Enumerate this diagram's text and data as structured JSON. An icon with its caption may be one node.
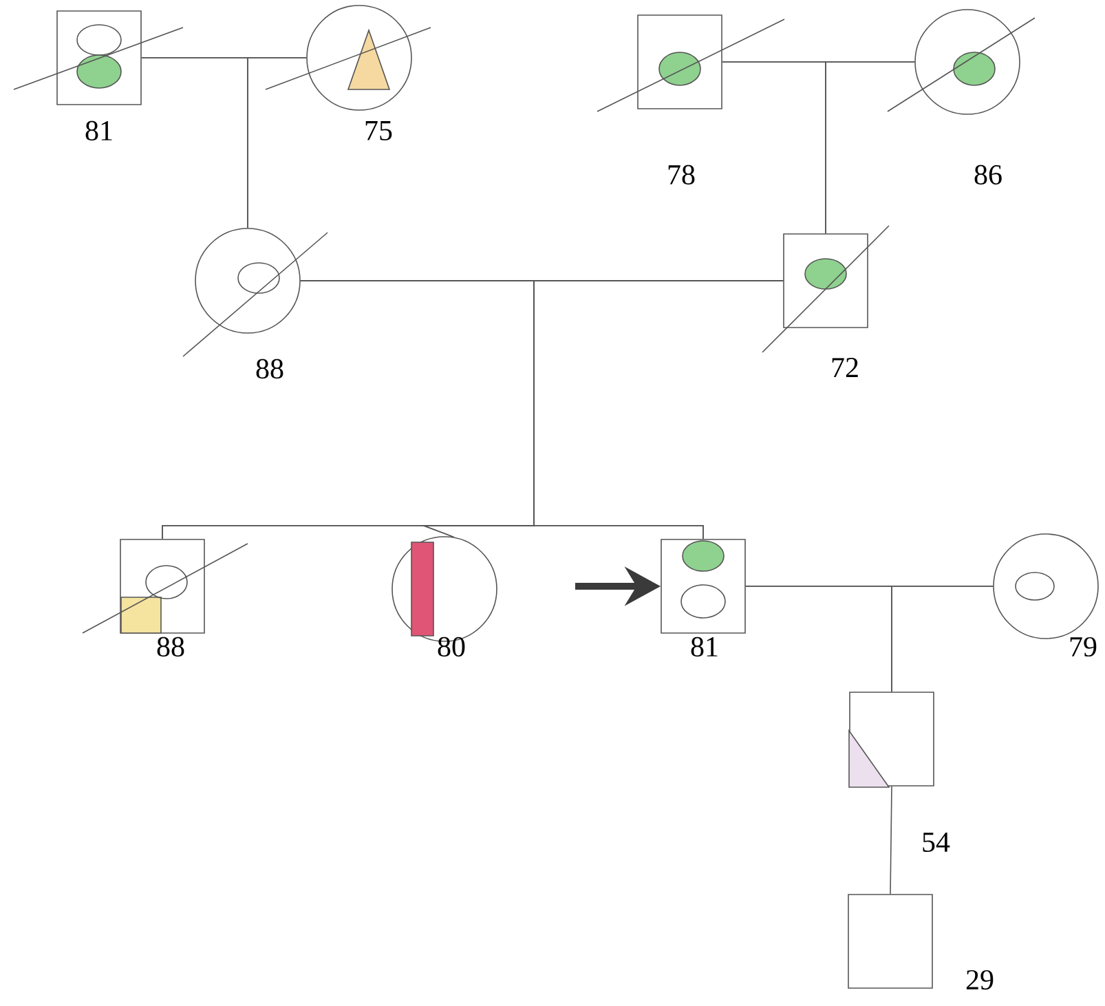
{
  "diagram": {
    "nodes": [
      {
        "text": [],
        "shape": "box",
        "beside": [
          "81"
        ]
      },
      {
        "text": [],
        "shape": "circle",
        "beside": [
          "75"
        ]
      },
      {
        "text": [],
        "shape": "box",
        "beside": [
          "78"
        ]
      },
      {
        "text": [],
        "shape": "circle",
        "beside": [
          "86"
        ]
      },
      {
        "text": [],
        "shape": "circle",
        "beside": [
          "88"
        ]
      },
      {
        "text": [],
        "shape": "box",
        "beside": [
          "72"
        ]
      },
      {
        "text": [],
        "shape": "box",
        "beside": [
          "88"
        ]
      },
      {
        "text": [],
        "shape": "circle",
        "beside": [
          "80"
        ]
      },
      {
        "text": [],
        "shape": "box",
        "beside": [
          "81"
        ]
      },
      {
        "text": [],
        "shape": "circle",
        "beside": [
          "79"
        ]
      },
      {
        "text": [],
        "shape": "box",
        "beside": [
          "54"
        ]
      },
      {
        "text": [],
        "shape": "box",
        "beside": [
          "29"
        ]
      }
    ],
    "edges": [
      {
        "from": 0,
        "to": 1,
        "arrow": "none"
      },
      {
        "from": 0,
        "to": 4,
        "arrow": "none"
      },
      {
        "from": 1,
        "to": 4,
        "arrow": "none"
      },
      {
        "from": 2,
        "to": 3,
        "arrow": "none"
      },
      {
        "from": 2,
        "to": 5,
        "arrow": "none"
      },
      {
        "from": 3,
        "to": 5,
        "arrow": "none"
      },
      {
        "from": 4,
        "to": 5,
        "arrow": "none"
      },
      {
        "from": 4,
        "to": 6,
        "arrow": "none"
      },
      {
        "from": 4,
        "to": 7,
        "arrow": "none"
      },
      {
        "from": 4,
        "to": 8,
        "arrow": "none"
      },
      {
        "from": 5,
        "to": 6,
        "arrow": "none"
      },
      {
        "from": 5,
        "to": 7,
        "arrow": "none"
      },
      {
        "from": 5,
        "to": 8,
        "arrow": "none"
      },
      {
        "from": 8,
        "to": 9,
        "arrow": "none"
      },
      {
        "from": 8,
        "to": 10,
        "arrow": "none"
      },
      {
        "from": 9,
        "to": 10,
        "arrow": "none"
      },
      {
        "from": 10,
        "to": 11,
        "arrow": "none"
      },
      {
        "from": null,
        "to": 8,
        "arrow": "to",
        "style": "thick"
      }
    ]
  }
}
